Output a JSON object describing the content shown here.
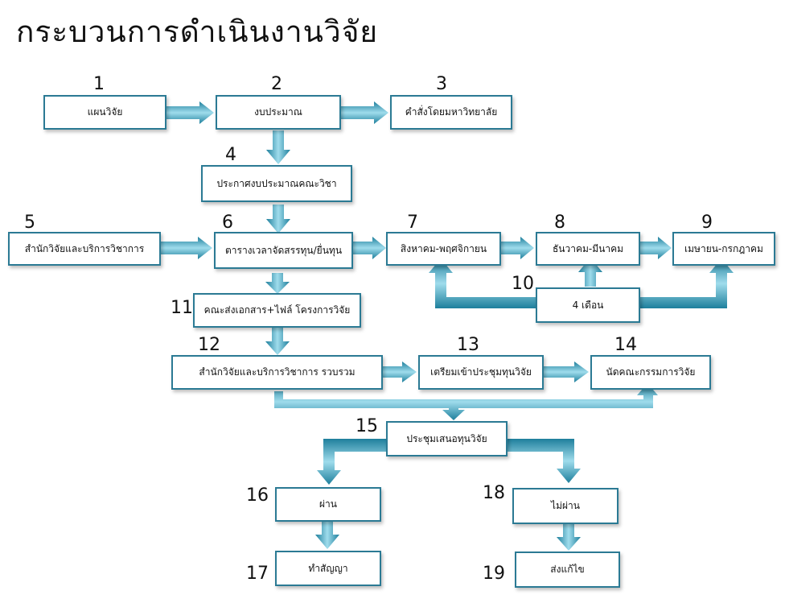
{
  "title": "กระบวนการดำเนินงานวิจัย",
  "steps": [
    {
      "id": "1",
      "label": "แผนวิจัย"
    },
    {
      "id": "2",
      "label": "งบประมาณ"
    },
    {
      "id": "3",
      "label": "คำสั่งโดยมหาวิทยาลัย"
    },
    {
      "id": "4",
      "label": "ประกาศงบประมาณคณะวิชา"
    },
    {
      "id": "5",
      "label": "สำนักวิจัยและบริการวิชาการ"
    },
    {
      "id": "6",
      "label": "ตารางเวลาจัดสรรทุน/ยื่นทุน"
    },
    {
      "id": "7",
      "label": "สิงหาคม-พฤศจิกายน"
    },
    {
      "id": "8",
      "label": "ธันวาคม-มีนาคม"
    },
    {
      "id": "9",
      "label": "เมษายน-กรกฎาคม"
    },
    {
      "id": "10",
      "label": "4 เดือน"
    },
    {
      "id": "11",
      "label": "คณะส่งเอกสาร+ไฟล์ โครงการวิจัย"
    },
    {
      "id": "12",
      "label": "สำนักวิจัยและบริการวิชาการ รวบรวม"
    },
    {
      "id": "13",
      "label": "เตรียมเข้าประชุมทุนวิจัย"
    },
    {
      "id": "14",
      "label": "นัดคณะกรรมการวิจัย"
    },
    {
      "id": "15",
      "label": "ประชุมเสนอทุนวิจัย"
    },
    {
      "id": "16",
      "label": "ผ่าน"
    },
    {
      "id": "17",
      "label": "ทำสัญญา"
    },
    {
      "id": "18",
      "label": "ไม่ผ่าน"
    },
    {
      "id": "19",
      "label": "ส่งแก้ไข"
    }
  ],
  "colors": {
    "arrow_light": "#9fdcec",
    "arrow_dark": "#1e7f9c",
    "border": "#2b7a94"
  }
}
